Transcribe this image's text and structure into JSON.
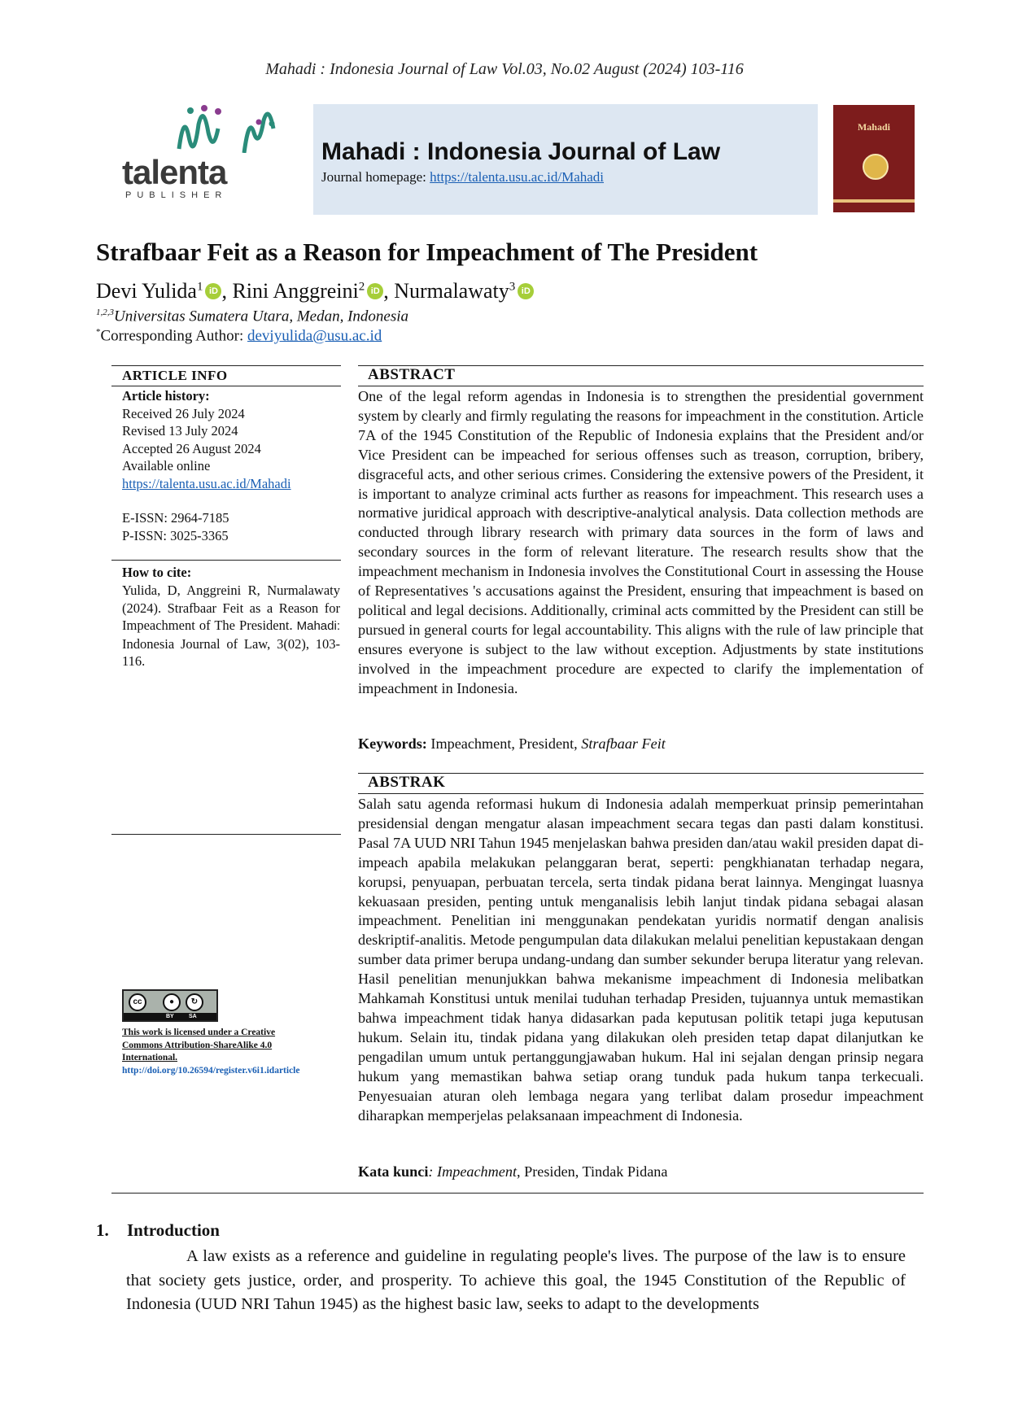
{
  "running_header": "Mahadi : Indonesia Journal of Law Vol.03, No.02 August (2024) 103-116",
  "logo": {
    "name": "talenta",
    "sub": "PUBLISHER"
  },
  "banner": {
    "title": "Mahadi : Indonesia Journal of Law",
    "homepage_label": "Journal homepage: ",
    "homepage_url": "https://talenta.usu.ac.id/Mahadi"
  },
  "cover": {
    "title": "Mahadi"
  },
  "article": {
    "title": "Strafbaar Feit as a Reason for Impeachment of The President",
    "authors": [
      {
        "name": "Devi Yulida",
        "sup": "1"
      },
      {
        "name": "Rini Anggreini",
        "sup": "2"
      },
      {
        "name": "Nurmalawaty",
        "sup": "3"
      }
    ],
    "orcid_label": "iD",
    "affiliation_sup": "1,2,3",
    "affiliation": "Universitas Sumatera Utara, Medan, Indonesia",
    "corresponding_sup": "*",
    "corresponding_label": "Corresponding Author: ",
    "corresponding_email": "deviyulida@usu.ac.id"
  },
  "article_info": {
    "heading": "ARTICLE  INFO",
    "history_label": "Article history:",
    "received": "Received 26 July 2024",
    "revised": "Revised 13 July 2024",
    "accepted": "Accepted 26 August 2024",
    "available": "Available online",
    "url": "https://talenta.usu.ac.id/Mahadi",
    "eissn": "E-ISSN: 2964-7185",
    "pissn": "P-ISSN: 3025-3365",
    "cite_label": "How to cite:",
    "cite_text_1": "Yulida, D, Anggreini R, Nurmalawaty (2024). Strafbaar Feit as a Reason for Impeachment of The President. ",
    "cite_journal": "Mahadi:",
    "cite_text_2": " Indonesia Journal of Law, 3(02), 103-116."
  },
  "license": {
    "cc": "cc",
    "by": "BY",
    "sa": "SA",
    "line1": "This work is licensed under a Creative",
    "line2": "Commons Attribution-ShareAlike 4.0",
    "line3": "International.",
    "doi": "http://doi.org/10.26594/register.v6i1.idarticle"
  },
  "abstract": {
    "heading": "ABSTRACT",
    "text": "One of the legal reform agendas in Indonesia is to strengthen the presidential government system by clearly and firmly regulating the reasons for impeachment in the constitution. Article 7A of the 1945 Constitution of the Republic of Indonesia explains that the President and/or Vice President can be impeached for serious offenses such as treason, corruption, bribery, disgraceful acts, and other serious crimes. Considering the extensive powers of the President, it is important to analyze criminal acts further as reasons for impeachment. This research uses a normative juridical approach with descriptive-analytical analysis. Data collection methods are conducted through library research with primary data sources in the form of laws and secondary sources in the form of relevant literature. The research results show that the impeachment mechanism in Indonesia involves the Constitutional Court in assessing the House of Representatives 's accusations against the President, ensuring that impeachment is based on political and legal decisions. Additionally, criminal acts committed by the President can still be pursued in general courts for legal accountability. This aligns with the rule of law principle that ensures everyone is subject to the law without exception. Adjustments by state institutions involved in the impeachment procedure are expected to clarify the implementation of impeachment in Indonesia.",
    "keywords_label": "Keywords:",
    "keywords": " Impeachment, President, ",
    "keywords_italic": "Strafbaar Feit"
  },
  "abstrak": {
    "heading": "ABSTRAK",
    "text": "Salah satu agenda reformasi hukum di Indonesia adalah memperkuat prinsip pemerintahan presidensial dengan mengatur alasan impeachment secara tegas dan pasti dalam konstitusi. Pasal 7A UUD NRI Tahun 1945 menjelaskan bahwa presiden dan/atau wakil presiden dapat di-impeach apabila melakukan pelanggaran berat, seperti: pengkhianatan terhadap negara, korupsi, penyuapan, perbuatan tercela, serta tindak pidana berat lainnya. Mengingat luasnya kekuasaan presiden, penting untuk menganalisis lebih lanjut tindak pidana sebagai alasan impeachment. Penelitian ini menggunakan pendekatan yuridis normatif dengan analisis deskriptif-analitis. Metode pengumpulan data dilakukan melalui penelitian kepustakaan dengan sumber data primer berupa undang-undang dan sumber sekunder berupa literatur yang relevan. Hasil penelitian menunjukkan bahwa mekanisme impeachment di Indonesia melibatkan Mahkamah Konstitusi untuk menilai tuduhan terhadap Presiden, tujuannya untuk memastikan bahwa impeachment tidak hanya didasarkan pada keputusan politik tetapi juga keputusan hukum. Selain itu, tindak pidana yang dilakukan oleh presiden tetap dapat dilanjutkan ke pengadilan umum untuk pertanggungjawaban hukum. Hal ini sejalan dengan prinsip negara hukum yang memastikan bahwa setiap orang tunduk pada hukum tanpa terkecuali. Penyesuaian aturan oleh lembaga negara yang terlibat dalam prosedur impeachment diharapkan memperjelas pelaksanaan impeachment di Indonesia.",
    "keywords_label": "Kata kunci",
    "keywords_colon": ": ",
    "keywords_italic": "Impeachment",
    "keywords": ", Presiden, Tindak Pidana"
  },
  "introduction": {
    "number": "1.",
    "heading": "Introduction",
    "text": "A law exists as a reference and guideline in regulating people's lives. The purpose of the law is to ensure that society gets justice, order, and prosperity. To achieve this goal, the 1945 Constitution of the Republic of Indonesia (UUD NRI Tahun 1945) as the highest basic law, seeks to adapt to the developments"
  }
}
